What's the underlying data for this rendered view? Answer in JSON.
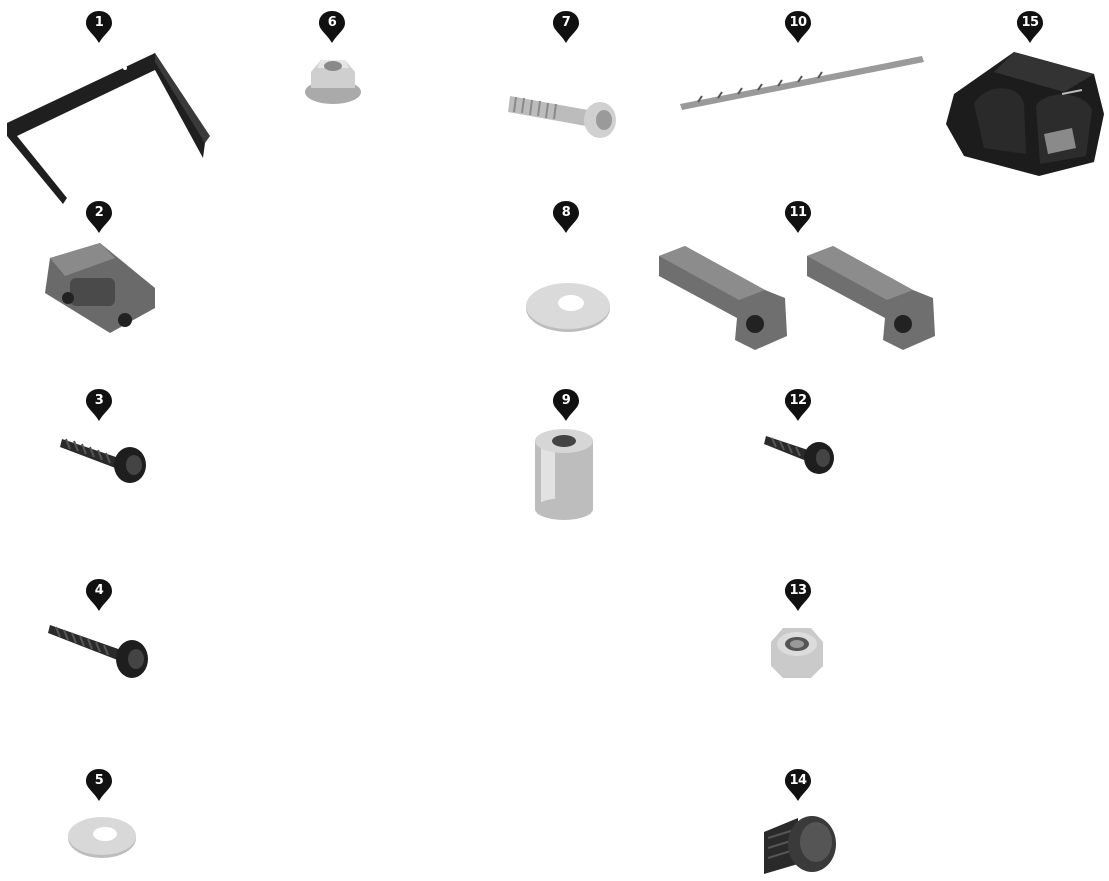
{
  "markers": {
    "m1": "1",
    "m2": "2",
    "m3": "3",
    "m4": "4",
    "m5": "5",
    "m6": "6",
    "m7": "7",
    "m8": "8",
    "m9": "9",
    "m10": "10",
    "m11": "11",
    "m12": "12",
    "m13": "13",
    "m14": "14",
    "m15": "15"
  },
  "icons": {
    "part1": "bracket-icon",
    "part2": "clip-icon",
    "part3": "screw-icon",
    "part4": "screw-icon",
    "part5": "washer-icon",
    "part6": "flange-nut-icon",
    "part7": "bolt-icon",
    "part8": "washer-icon",
    "part9": "spacer-icon",
    "part10": "drill-bit-icon",
    "part11": "plastic-clip-pair-icon",
    "part12": "screw-icon",
    "part13": "lock-nut-icon",
    "part14": "end-cap-icon",
    "part15": "saddle-bag-icon"
  },
  "colors": {
    "marker": "#111111",
    "metal": "#c9c9c9",
    "dark": "#2a2a2a"
  }
}
